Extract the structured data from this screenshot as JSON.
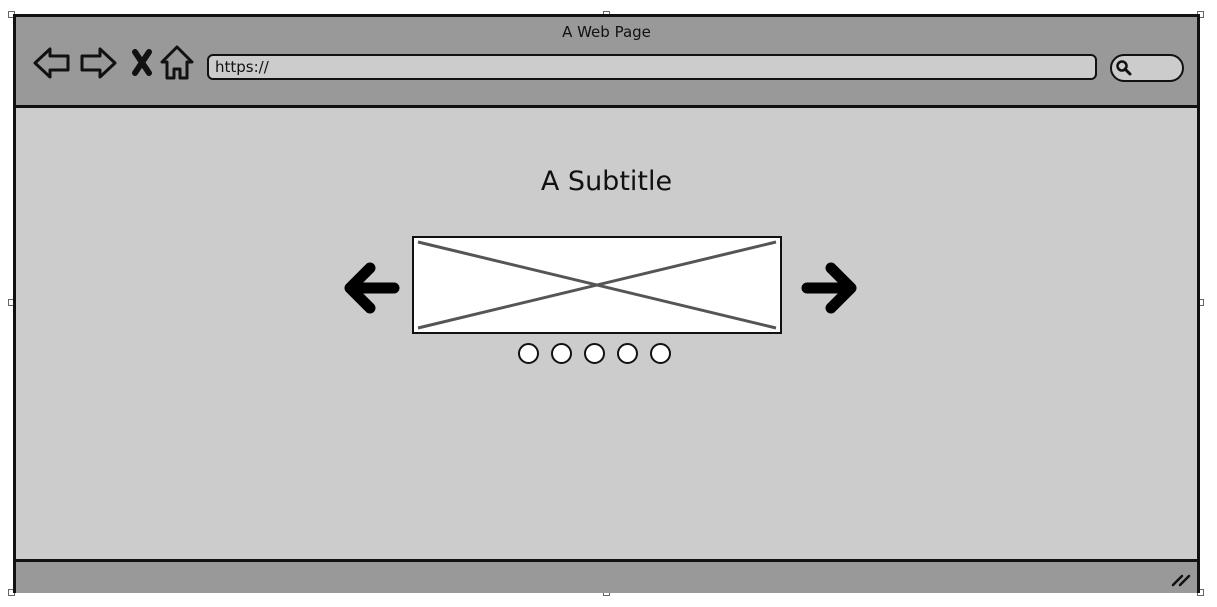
{
  "window": {
    "title": "A Web Page"
  },
  "toolbar": {
    "url": "https://",
    "icons": [
      "back-arrow-icon",
      "forward-arrow-icon",
      "close-x-icon",
      "home-icon",
      "search-icon"
    ]
  },
  "main": {
    "subtitle": "A Subtitle",
    "carousel": {
      "prev_icon": "left-arrow-icon",
      "next_icon": "right-arrow-icon",
      "image": "image-placeholder",
      "dot_count": 5
    }
  },
  "statusbar": {
    "grip_icon": "resize-grip-icon"
  },
  "colors": {
    "chrome": "#999999",
    "content": "#cccccc",
    "outline": "#111111"
  }
}
